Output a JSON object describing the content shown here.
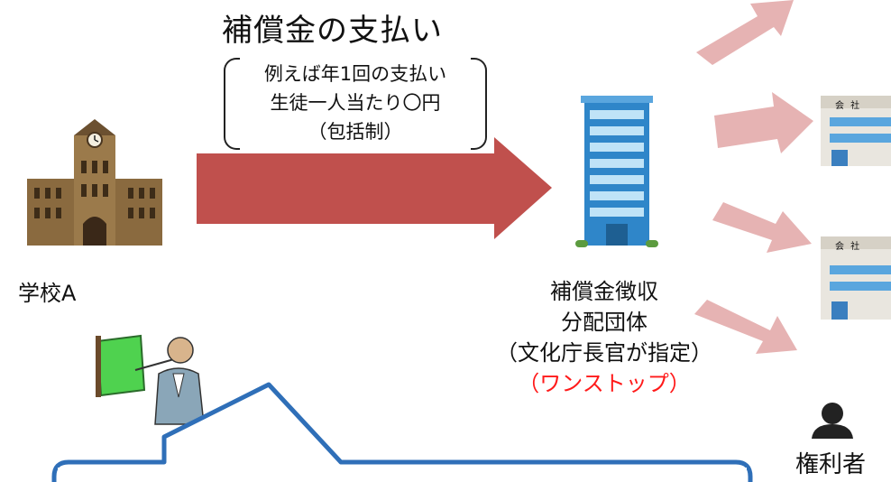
{
  "flow": {
    "title": "補償金の支払い",
    "note_lines": [
      "例えば年1回の支払い",
      "生徒一人当たり〇円",
      "（包括制）"
    ],
    "arrow_color": "#c0504d",
    "distribution_arrow_color": "#e6b3b3"
  },
  "school": {
    "label": "学校A",
    "icon": "school-building-icon"
  },
  "collector": {
    "lines": [
      "補償金徴収",
      "分配団体",
      "（文化庁長官が指定）"
    ],
    "highlight": "（ワンストップ）",
    "highlight_color": "#ff1a1a",
    "icon": "office-building-icon"
  },
  "companies": [
    {
      "sign": "会 社",
      "icon": "company-building-icon"
    },
    {
      "sign": "会 社",
      "icon": "company-building-icon"
    }
  ],
  "rights_holder": {
    "label": "権利者",
    "icon": "person-silhouette-icon"
  },
  "teacher": {
    "icon": "teacher-presenting-icon"
  }
}
